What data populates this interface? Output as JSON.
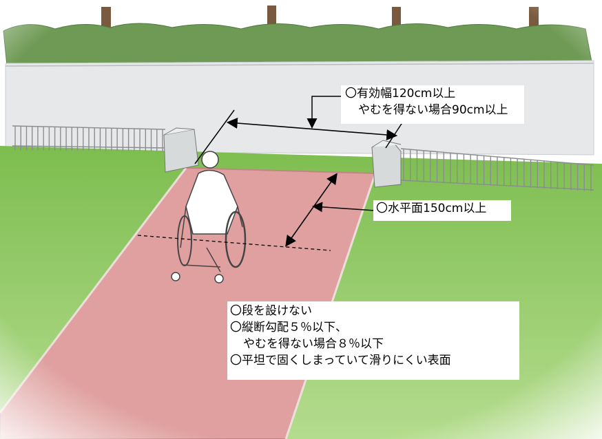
{
  "colors": {
    "sky": "#ffffff",
    "wall": "#e6e8ea",
    "hedge": "#6f9a55",
    "lawn": "#8fc860",
    "path": "#dfa09f",
    "path_edge": "#c28585",
    "post": "#d7dadb",
    "fence": "#8a8d90"
  },
  "labels": {
    "width": {
      "line1": "〇有効幅120cm以上",
      "line2": "やむを得ない場合90cm以上"
    },
    "landing": {
      "line1": "〇水平面150cm以上"
    },
    "notes": {
      "line1": "〇段を設けない",
      "line2": "〇縦断勾配５％以下、",
      "line3": "やむを得ない場合８％以下",
      "line4": "〇平坦で固くしまっていて滑りにくい表面"
    }
  }
}
